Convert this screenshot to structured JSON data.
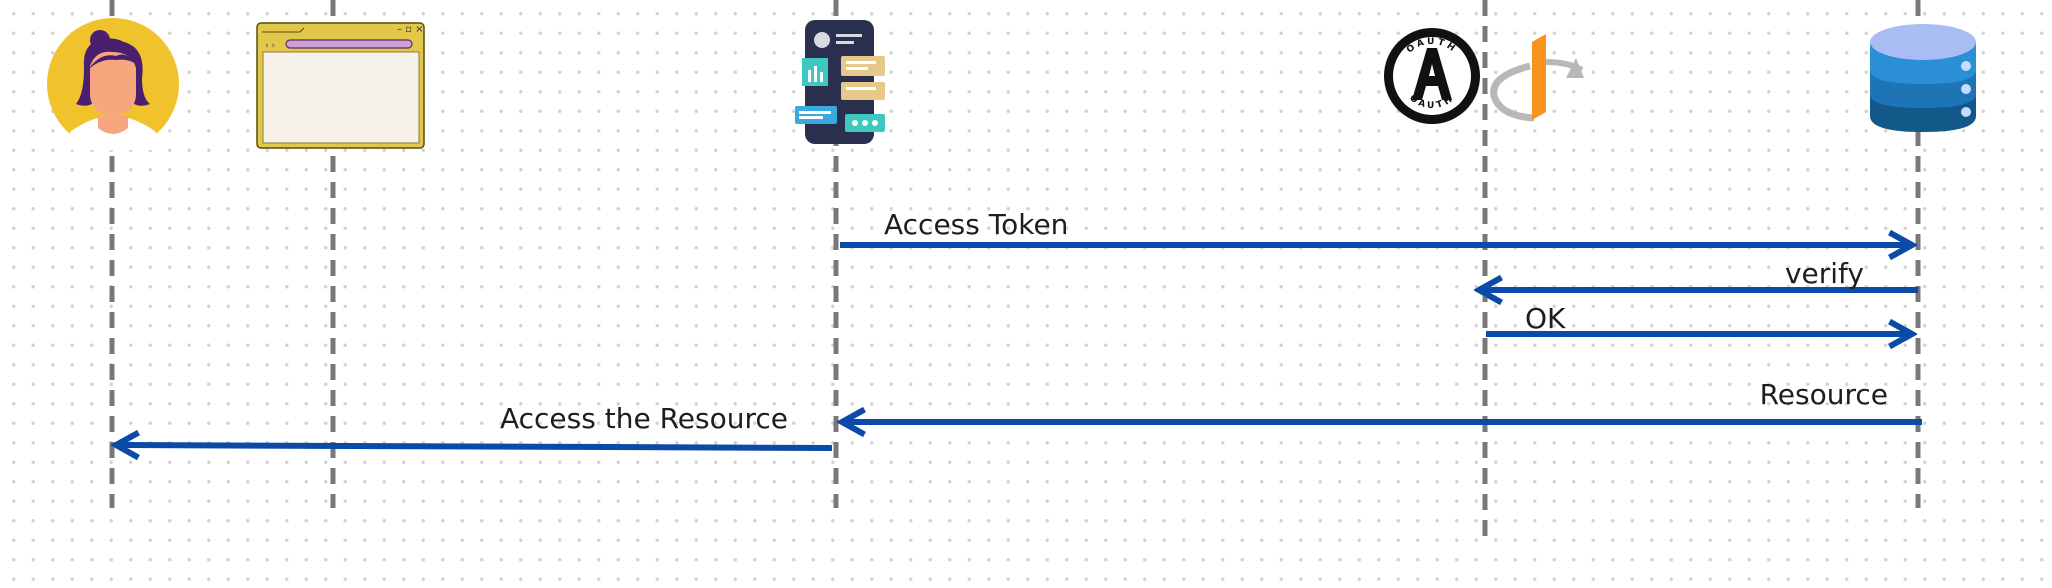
{
  "colors": {
    "arrow": "#0b4aa6",
    "lifeline": "#787878",
    "user_bg": "#f0c22c",
    "browser_frame": "#e2c84a",
    "oauth_badge": "#111111",
    "openid_orange": "#f7931e",
    "database_top": "#a9bdf5"
  },
  "participants": [
    {
      "id": "user",
      "icon": "user-avatar-icon"
    },
    {
      "id": "browser",
      "icon": "browser-window-icon"
    },
    {
      "id": "client-app",
      "icon": "mobile-app-icon"
    },
    {
      "id": "auth-server",
      "icon": "oauth-logo-icon",
      "badge_text": "OAUTH",
      "secondary_icon": "openid-logo-icon"
    },
    {
      "id": "resource-server",
      "icon": "database-icon"
    }
  ],
  "messages": [
    {
      "from": "client-app",
      "to": "resource-server",
      "label": "Access Token"
    },
    {
      "from": "resource-server",
      "to": "auth-server",
      "label": "verify"
    },
    {
      "from": "auth-server",
      "to": "resource-server",
      "label": "OK"
    },
    {
      "from": "resource-server",
      "to": "client-app",
      "label": "Resource"
    },
    {
      "from": "client-app",
      "to": "user",
      "label": "Access the Resource"
    }
  ]
}
